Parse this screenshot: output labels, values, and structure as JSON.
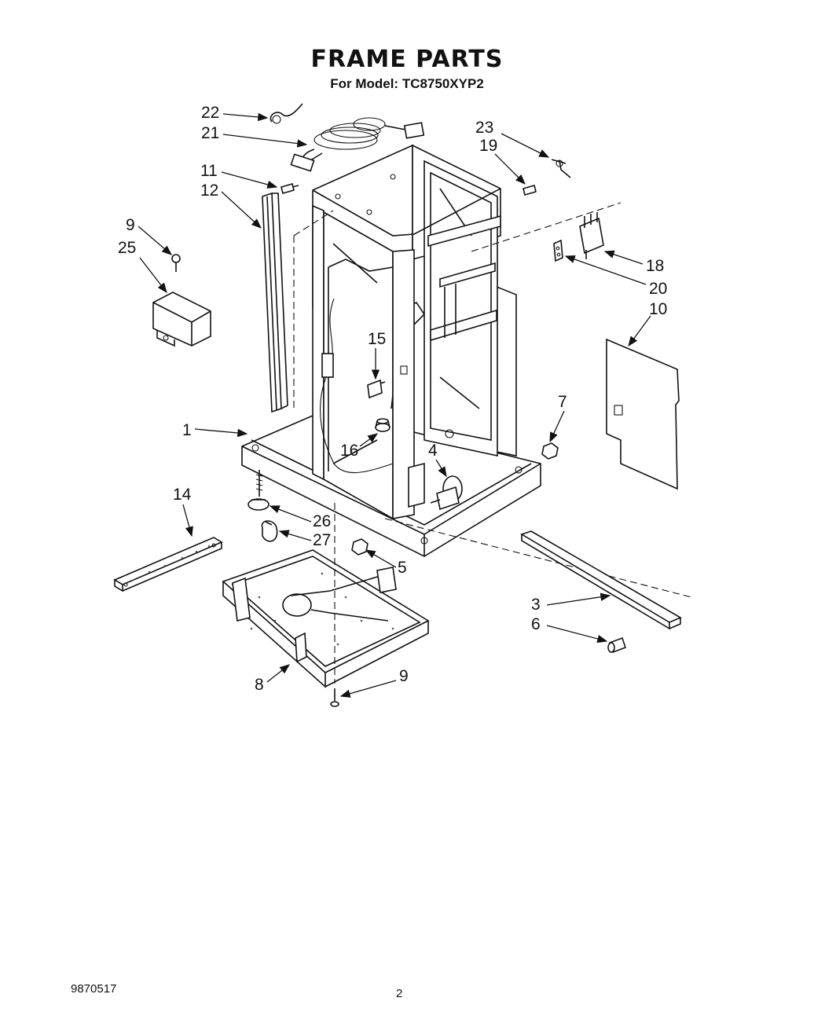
{
  "header": {
    "title": "FRAME PARTS",
    "subtitle": "For Model: TC8750XYP2"
  },
  "footer": {
    "doc_number": "9870517",
    "page_number": "2"
  },
  "callouts": {
    "c22": "22",
    "c21": "21",
    "c11": "11",
    "c12": "12",
    "c9a": "9",
    "c25": "25",
    "c23": "23",
    "c19": "19",
    "c18": "18",
    "c20": "20",
    "c10": "10",
    "c15": "15",
    "c1": "1",
    "c7": "7",
    "c16": "16",
    "c4": "4",
    "c14": "14",
    "c26": "26",
    "c27": "27",
    "c5": "5",
    "c3": "3",
    "c6": "6",
    "c8": "8",
    "c9b": "9"
  }
}
